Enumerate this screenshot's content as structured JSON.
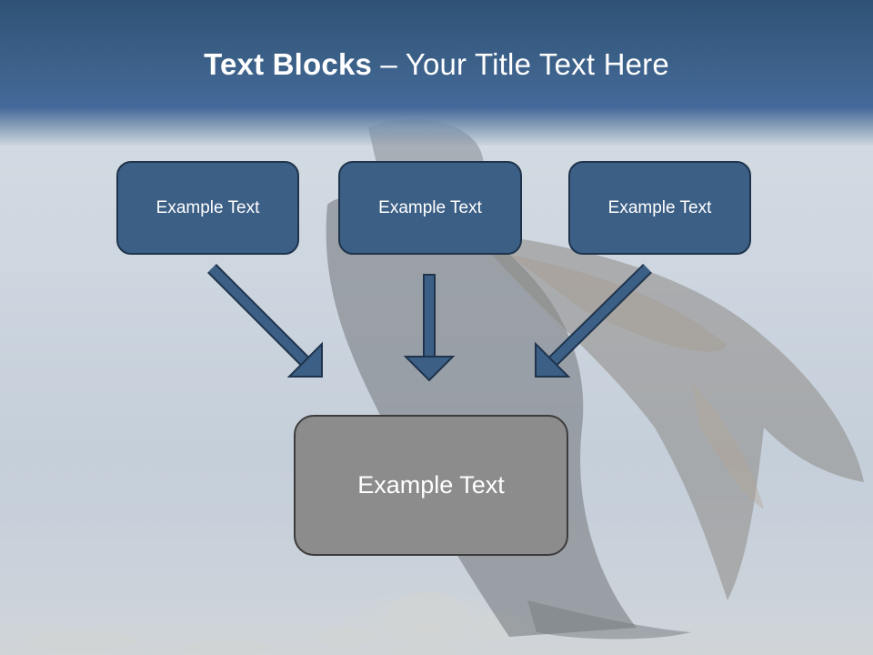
{
  "slide": {
    "title_bold": "Text Blocks",
    "title_rest": " – Your Title Text Here"
  },
  "blocks": [
    {
      "label": "Example Text"
    },
    {
      "label": "Example Text"
    },
    {
      "label": "Example Text"
    }
  ],
  "target": {
    "label": "Example Text"
  },
  "colors": {
    "header": "#3c6189",
    "block_fill": "#3c5f86",
    "block_border": "#1f344c",
    "target_fill": "#8c8c8c",
    "arrow_fill": "#3c5f86"
  }
}
